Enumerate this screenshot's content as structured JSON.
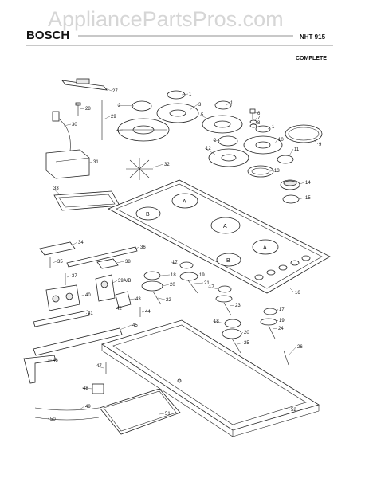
{
  "header": {
    "watermark": "AppliancePartsPros.com",
    "brand": "BOSCH",
    "model": "NHT 915",
    "subtitle": "COMPLETE"
  },
  "zones": [
    "A",
    "B",
    "A",
    "A",
    "B"
  ],
  "callouts": [
    "1",
    "2",
    "3",
    "1",
    "5",
    "6",
    "7",
    "8",
    "1",
    "2",
    "4",
    "12",
    "10",
    "9",
    "11",
    "13",
    "14",
    "15",
    "27",
    "28",
    "29",
    "30",
    "31",
    "32",
    "33",
    "34",
    "35",
    "36",
    "37",
    "38",
    "39A/B",
    "40",
    "41",
    "42",
    "43",
    "44",
    "45",
    "46",
    "47",
    "48",
    "49",
    "50",
    "51",
    "52",
    "16",
    "17",
    "18",
    "19",
    "20",
    "21",
    "17",
    "22",
    "23",
    "18",
    "20",
    "25",
    "17",
    "19",
    "24",
    "26"
  ]
}
